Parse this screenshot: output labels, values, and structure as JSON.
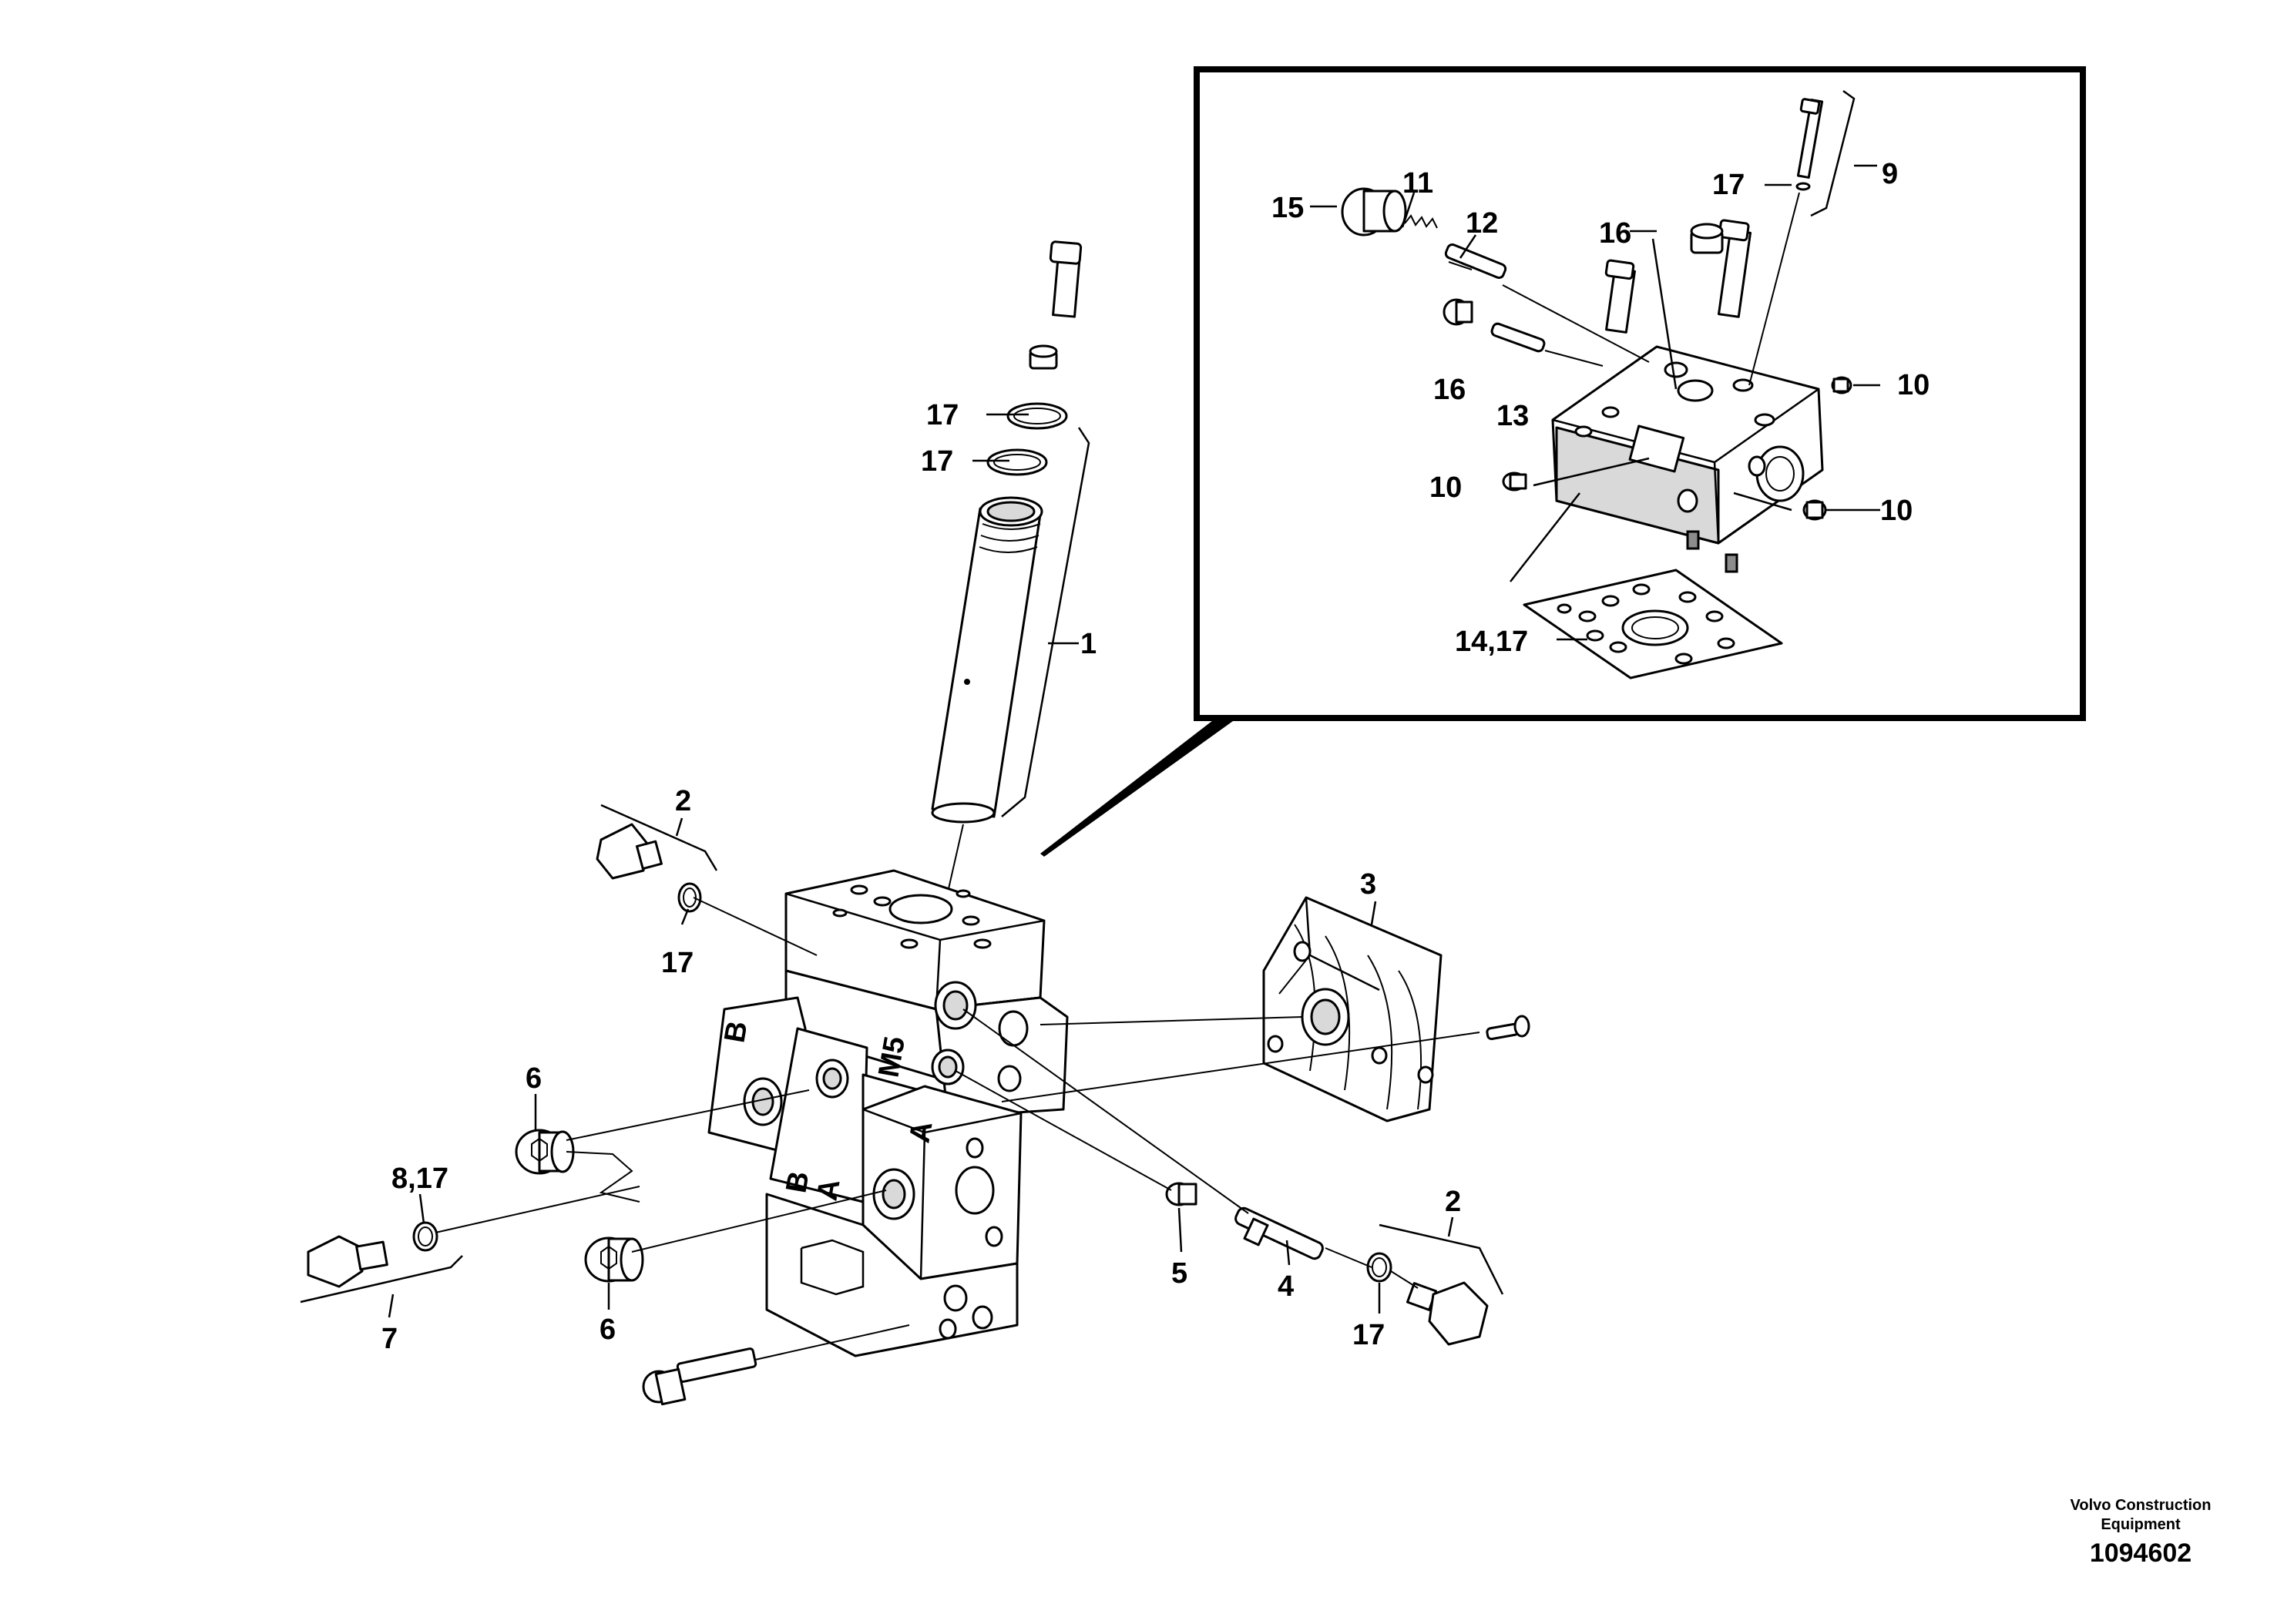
{
  "labels": {
    "l1": "1",
    "l2a": "2",
    "l2b": "2",
    "l3": "3",
    "l4": "4",
    "l5": "5",
    "l6a": "6",
    "l6b": "6",
    "l7": "7",
    "l8": "8,17",
    "l9": "9",
    "l10a": "10",
    "l10b": "10",
    "l10c": "10",
    "l11": "11",
    "l12": "12",
    "l13": "13",
    "l14": "14,17",
    "l15": "15",
    "l16a": "16",
    "l16b": "16",
    "l17a": "17",
    "l17b": "17",
    "l17c": "17",
    "l17d": "17",
    "l17e": "17"
  },
  "block_markings": {
    "m5": "M5",
    "a1": "A",
    "b1": "B",
    "a2": "A",
    "b2": "B"
  },
  "footer": {
    "company_line1": "Volvo Construction",
    "company_line2": "Equipment",
    "drawing_number": "1094602"
  }
}
